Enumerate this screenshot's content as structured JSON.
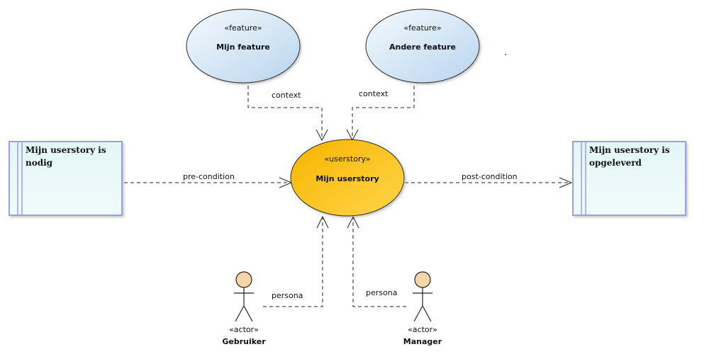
{
  "features": [
    {
      "stereotype": "«feature»",
      "name": "Mijn feature"
    },
    {
      "stereotype": "«feature»",
      "name": "Andere feature"
    }
  ],
  "userstory": {
    "stereotype": "«userstory»",
    "name": "Mijn userstory"
  },
  "states": [
    {
      "line1": "Mijn userstory is",
      "line2": "nodig"
    },
    {
      "line1": "Mijn userstory is",
      "line2": "opgeleverd"
    }
  ],
  "actors": [
    {
      "stereotype": "«actor»",
      "name": "Gebruiker"
    },
    {
      "stereotype": "«actor»",
      "name": "Manager"
    }
  ],
  "relations": {
    "context_left": "context",
    "context_right": "context",
    "pre": "pre-condition",
    "post": "post-condition",
    "persona_left": "persona",
    "persona_right": "persona"
  },
  "colors": {
    "feature_fill_light": "#eef6fc",
    "feature_fill_dark": "#bcd7ef",
    "userstory_fill_light": "#ffd75a",
    "userstory_fill_dark": "#f5b400",
    "state_fill": "#e6f7f8",
    "state_border": "#9a9ee6",
    "actor_head": "#f6d5a8"
  }
}
